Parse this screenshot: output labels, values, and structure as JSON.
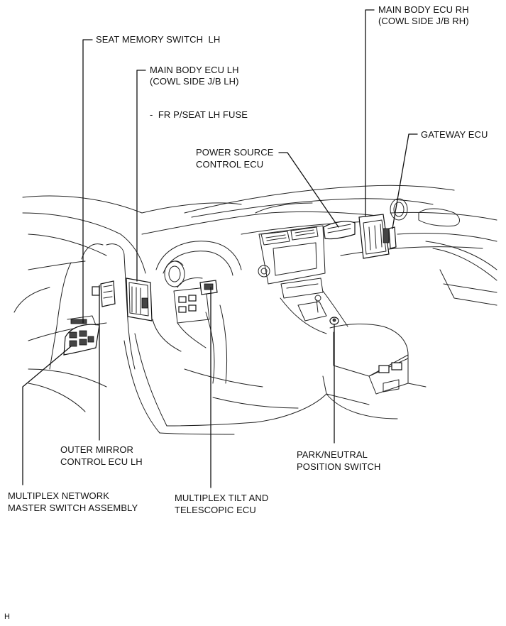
{
  "labels": {
    "main_body_ecu_rh_1": "MAIN BODY ECU RH",
    "main_body_ecu_rh_2": "(COWL SIDE J/B RH)",
    "seat_memory_switch": "SEAT MEMORY SWITCH  LH",
    "main_body_ecu_lh_1": "MAIN BODY ECU LH",
    "main_body_ecu_lh_2": "(COWL SIDE J/B LH)",
    "fuse": "-  FR P/SEAT LH FUSE",
    "gateway_ecu": "GATEWAY ECU",
    "power_source_1": "POWER SOURCE",
    "power_source_2": "CONTROL ECU",
    "outer_mirror_1": "OUTER MIRROR",
    "outer_mirror_2": "CONTROL ECU LH",
    "park_neutral_1": "PARK/NEUTRAL",
    "park_neutral_2": "POSITION SWITCH",
    "multiplex_master_1": "MULTIPLEX NETWORK",
    "multiplex_master_2": "MASTER SWITCH ASSEMBLY",
    "multiplex_tilt_1": "MULTIPLEX TILT AND",
    "multiplex_tilt_2": "TELESCOPIC ECU",
    "figure_code": "H"
  }
}
